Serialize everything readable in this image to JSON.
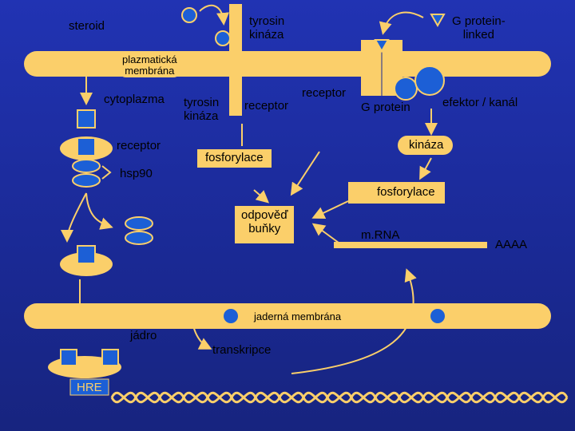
{
  "labels": {
    "steroid": "steroid",
    "tyrosin_kinaza_top": "tyrosin\nkináza",
    "g_protein_linked": "G protein-\nlinked",
    "plazmaticka_membrana": "plazmatická\nmembrána",
    "cytoplazma": "cytoplazma",
    "tyrosin_kinaza_mid": "tyrosin\nkináza",
    "receptor_mid": "receptor",
    "receptor_top": "receptor",
    "g_protein": "G protein",
    "efektor_kanal": "efektor / kanál",
    "receptor_left": "receptor",
    "fosforylace_mid": "fosforylace",
    "kinaza_right": "kináza",
    "hsp90": "hsp90",
    "fosforylace_right": "fosforylace",
    "odpoved_bunky": "odpověď\nbuňky",
    "mrna": "m.RNA",
    "aaaa": "AAAA",
    "jaderna_membrana": "jaderná membrána",
    "jadro": "jádro",
    "transkripce": "transkripce",
    "hre": "HRE"
  },
  "colors": {
    "background": "#1f2fa8",
    "membrane": "#fbcf6a",
    "molecule": "#1c5fd6",
    "dna": "#fbcf6a"
  }
}
